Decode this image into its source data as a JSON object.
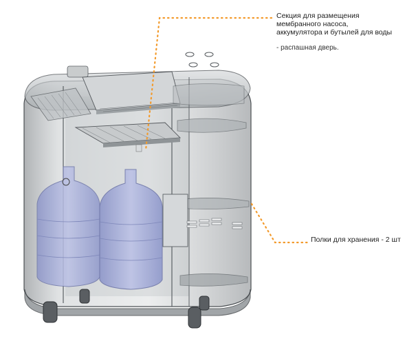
{
  "callouts": {
    "pump_section": {
      "lines": [
        "Секция для размещения",
        "мембранного насоса,",
        "аккумулятора и бутылей для воды"
      ],
      "note": "- распашная дверь."
    },
    "shelves": {
      "text": "Полки для хранения - 2 шт"
    }
  },
  "colors": {
    "leader": "#f39a2b",
    "body_glass": "#9aa3a8",
    "bottle": "#aab2dc",
    "outline": "#4b4f53"
  },
  "icons": {
    "bottle_1": "water-bottle-icon",
    "bottle_2": "water-bottle-icon",
    "caster": "caster-wheel-icon"
  }
}
